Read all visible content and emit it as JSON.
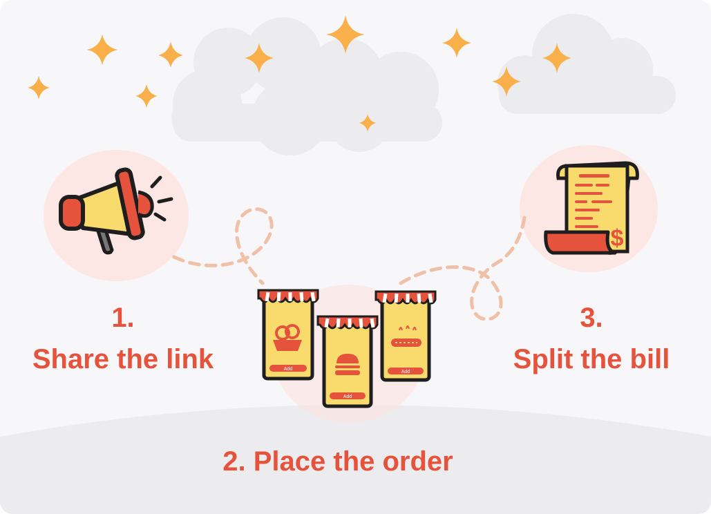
{
  "steps": [
    {
      "number": "1.",
      "title": "Share the link"
    },
    {
      "number": "",
      "title": "2. Place the order"
    },
    {
      "number": "3.",
      "title": "Split the bill"
    }
  ],
  "phones": [
    {
      "button": "Add"
    },
    {
      "button": "Add"
    },
    {
      "button": "Add"
    }
  ],
  "colors": {
    "accent": "#e5533c",
    "sparkle": "#f9b04a",
    "card_yellow": "#f9db6d",
    "blob_pink": "#fde3df",
    "cloud": "#ececef",
    "ground": "#ececef",
    "dash": "#f0c0a8"
  },
  "icons": [
    "megaphone-icon",
    "bowl-icon",
    "burger-icon",
    "hotdog-icon",
    "receipt-icon",
    "sparkle-icon",
    "cloud-icon"
  ]
}
